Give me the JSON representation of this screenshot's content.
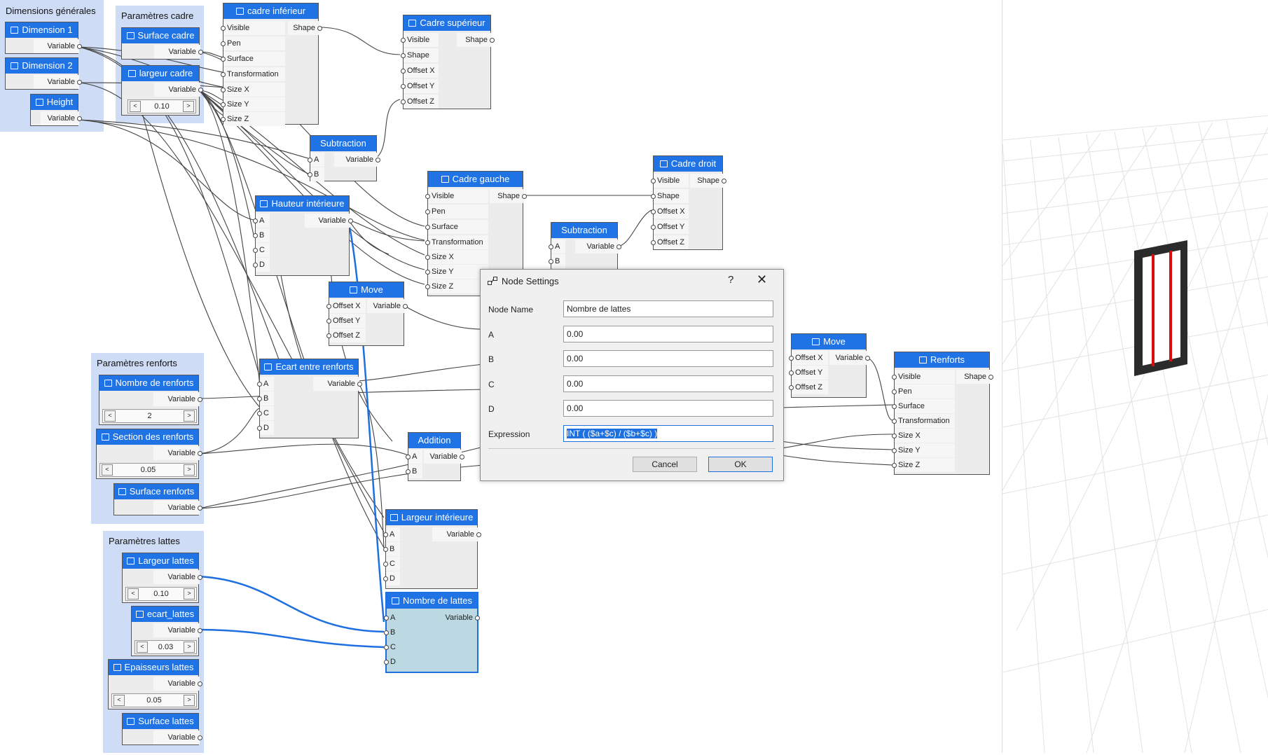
{
  "groups": {
    "g1": "Dimensions générales",
    "g2": "Paramètres cadre",
    "g3": "Paramètres renforts",
    "g4": "Paramètres lattes"
  },
  "nodes": {
    "dim1": {
      "title": "Dimension 1",
      "out": "Variable"
    },
    "dim2": {
      "title": "Dimension 2",
      "out": "Variable"
    },
    "height": {
      "title": "Height",
      "out": "Variable"
    },
    "surface_cadre": {
      "title": "Surface cadre",
      "out": "Variable"
    },
    "largeur_cadre": {
      "title": "largeur cadre",
      "out": "Variable",
      "value": "0.10"
    },
    "cadre_inf": {
      "title": "cadre inférieur",
      "inputs": [
        "Visible",
        "Pen",
        "Surface",
        "Transformation",
        "Size X",
        "Size Y",
        "Size Z"
      ],
      "out": "Shape"
    },
    "cadre_sup": {
      "title": "Cadre supérieur",
      "inputs": [
        "Visible",
        "Shape",
        "Offset X",
        "Offset Y",
        "Offset Z"
      ],
      "out": "Shape"
    },
    "sub1": {
      "title": "Subtraction",
      "inputs": [
        "A",
        "B"
      ],
      "out": "Variable"
    },
    "hauteur_int": {
      "title": "Hauteur intérieure",
      "inputs": [
        "A",
        "B",
        "C",
        "D"
      ],
      "out": "Variable"
    },
    "cadre_gauche": {
      "title": "Cadre gauche",
      "inputs": [
        "Visible",
        "Pen",
        "Surface",
        "Transformation",
        "Size X",
        "Size Y",
        "Size Z"
      ],
      "out": "Shape"
    },
    "cadre_droit": {
      "title": "Cadre droit",
      "inputs": [
        "Visible",
        "Shape",
        "Offset X",
        "Offset Y",
        "Offset Z"
      ],
      "out": "Shape"
    },
    "sub2": {
      "title": "Subtraction",
      "inputs": [
        "A",
        "B"
      ],
      "out": "Variable"
    },
    "move1": {
      "title": "Move",
      "inputs": [
        "Offset X",
        "Offset Y",
        "Offset Z"
      ],
      "out": "Variable"
    },
    "move2": {
      "title": "Move",
      "inputs": [
        "Offset X",
        "Offset Y",
        "Offset Z"
      ],
      "out": "Variable"
    },
    "renforts": {
      "title": "Renforts",
      "inputs": [
        "Visible",
        "Pen",
        "Surface",
        "Transformation",
        "Size X",
        "Size Y",
        "Size Z"
      ],
      "out": "Shape"
    },
    "nb_renforts": {
      "title": "Nombre de renforts",
      "out": "Variable",
      "value": "2"
    },
    "section_renforts": {
      "title": "Section des renforts",
      "out": "Variable",
      "value": "0.05"
    },
    "surface_renforts": {
      "title": "Surface renforts",
      "out": "Variable"
    },
    "ecart_renforts": {
      "title": "Ecart entre renforts",
      "inputs": [
        "A",
        "B",
        "C",
        "D"
      ],
      "out": "Variable"
    },
    "addition": {
      "title": "Addition",
      "inputs": [
        "A",
        "B"
      ],
      "out": "Variable"
    },
    "largeur_int": {
      "title": "Largeur intérieure",
      "inputs": [
        "A",
        "B",
        "C",
        "D"
      ],
      "out": "Variable"
    },
    "nb_lattes": {
      "title": "Nombre de lattes",
      "inputs": [
        "A",
        "B",
        "C",
        "D"
      ],
      "out": "Variable"
    },
    "largeur_lattes": {
      "title": "Largeur lattes",
      "out": "Variable",
      "value": "0.10"
    },
    "ecart_lattes": {
      "title": "ecart_lattes",
      "out": "Variable",
      "value": "0.03"
    },
    "epaisseur_lattes": {
      "title": "Epaisseurs lattes",
      "out": "Variable",
      "value": "0.05"
    },
    "surface_lattes": {
      "title": "Surface lattes",
      "out": "Variable"
    }
  },
  "dialog": {
    "title": "Node Settings",
    "help": "?",
    "close": "✕",
    "labels": {
      "name": "Node Name",
      "a": "A",
      "b": "B",
      "c": "C",
      "d": "D",
      "expr": "Expression"
    },
    "values": {
      "name": "Nombre de lattes",
      "a": "0.00",
      "b": "0.00",
      "c": "0.00",
      "d": "0.00",
      "expr": "INT ( ($a+$c) / ($b+$c) )"
    },
    "cancel": "Cancel",
    "ok": "OK"
  },
  "stepper": {
    "dec": "<",
    "inc": ">"
  },
  "colors": {
    "accent": "#1f73e5",
    "group": "#cfdcf6",
    "selected_wire": "#1e6fe0",
    "frame": "#2b2b2b",
    "lath": "#d90e0e"
  },
  "icons": {
    "node": "node-icon",
    "dialog": "node-settings-icon"
  }
}
